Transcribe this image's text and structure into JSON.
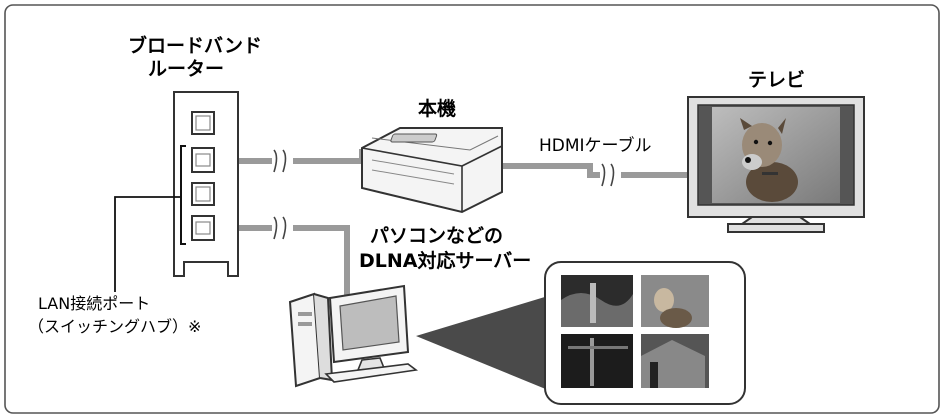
{
  "labels": {
    "router_line1": "ブロードバンド",
    "router_line2": "ルーター",
    "device": "本機",
    "tv": "テレビ",
    "hdmi_cable": "HDMIケーブル",
    "server_line1": "パソコンなどの",
    "server_line2": "DLNA対応サーバー",
    "port_line1": "LAN接続ポート",
    "port_line2": "（スイッチングハブ）※"
  },
  "colors": {
    "frame": "#555555",
    "cable": "#9a9a9a",
    "device_fill": "#f4f4f4",
    "tv_bezel": "#d9d9d9",
    "beam": "#4a4a4a"
  },
  "icons": [
    "router-icon",
    "projector-icon",
    "tv-icon",
    "pc-icon",
    "dog-photo",
    "thumbnail-gallery"
  ]
}
